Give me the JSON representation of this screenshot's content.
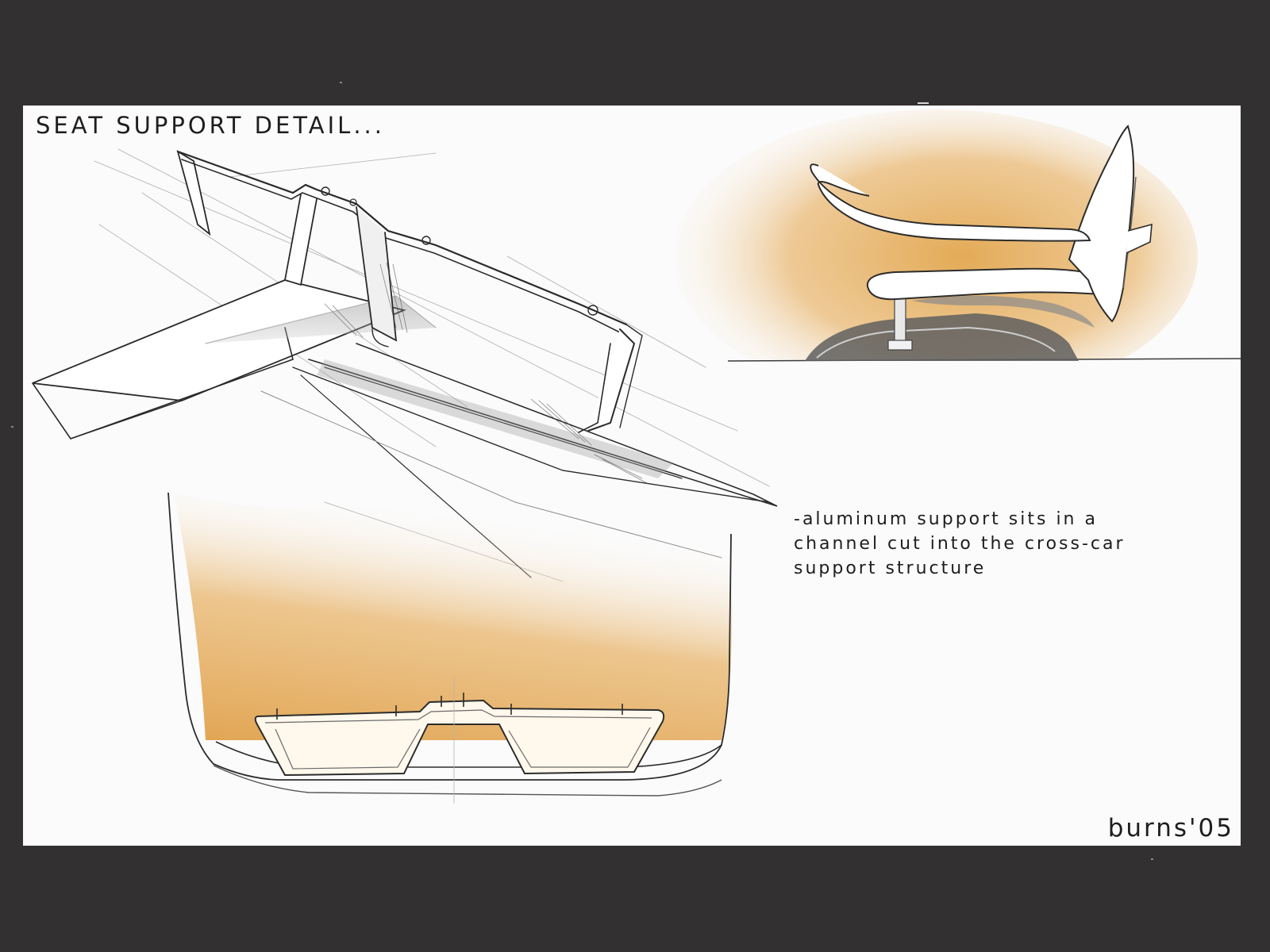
{
  "sheet": {
    "title": "SEAT SUPPORT DETAIL...",
    "caption_lines": [
      "-aluminum support sits in a",
      "channel cut into the cross-car",
      "support structure"
    ],
    "signature": "burns'05"
  },
  "colors": {
    "background": "#333031",
    "paper": "#fbfbfb",
    "accent_wash": "#e2a64e",
    "ink": "#1e1e1e"
  },
  "illustrations": [
    "seat-support-perspective-sketch",
    "seat-side-view-sketch",
    "seat-support-front-view-sketch"
  ]
}
